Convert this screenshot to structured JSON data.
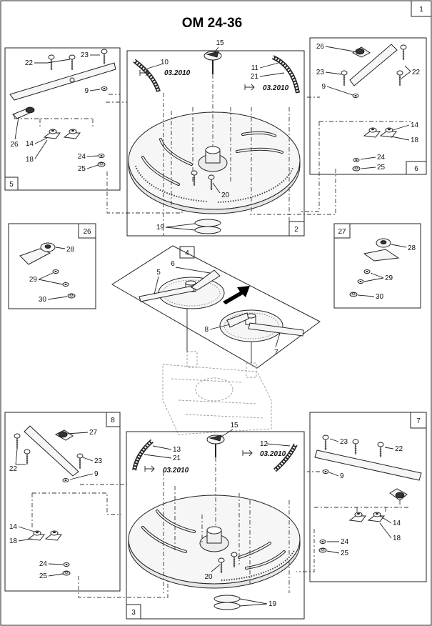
{
  "page": {
    "number": "1",
    "title": "OM 24-36"
  },
  "groups": {
    "g2": "2",
    "g3": "3",
    "g4": "4",
    "g5": "5",
    "g6": "6",
    "g7": "7",
    "g8": "8",
    "g26": "26",
    "g27": "27"
  },
  "callouts": {
    "c5_22": "22",
    "c5_23": "23",
    "c5_9": "9",
    "c5_26": "26",
    "c5_14": "14",
    "c5_18": "18",
    "c5_24": "24",
    "c5_25": "25",
    "c2_15": "15",
    "c2_10": "10",
    "c2_11": "11",
    "c2_21": "21",
    "c2_20": "20",
    "c2_19": "19",
    "c6_26": "26",
    "c6_22": "22",
    "c6_23": "23",
    "c6_9": "9",
    "c6_14": "14",
    "c6_18": "18",
    "c6_24": "24",
    "c6_25": "25",
    "c26_28": "28",
    "c26_29": "29",
    "c26_30": "30",
    "c27_28": "28",
    "c27_29": "29",
    "c27_30": "30",
    "c4_5": "5",
    "c4_6": "6",
    "c4_8": "8",
    "c4_7": "7",
    "c8_27": "27",
    "c8_22": "22",
    "c8_23": "23",
    "c8_9": "9",
    "c8_14": "14",
    "c8_18": "18",
    "c8_24": "24",
    "c8_25": "25",
    "c3_15": "15",
    "c3_13": "13",
    "c3_21": "21",
    "c3_12": "12",
    "c3_20": "20",
    "c3_19": "19",
    "c7_23": "23",
    "c7_22": "22",
    "c7_9": "9",
    "c7_14": "14",
    "c7_18": "18",
    "c7_24": "24",
    "c7_25": "25"
  },
  "dates": {
    "d_tl": "03.2010",
    "d_tr": "03.2010",
    "d_bl": "03.2010",
    "d_br": "03.2010"
  },
  "icons": [
    "arrow-icon"
  ]
}
